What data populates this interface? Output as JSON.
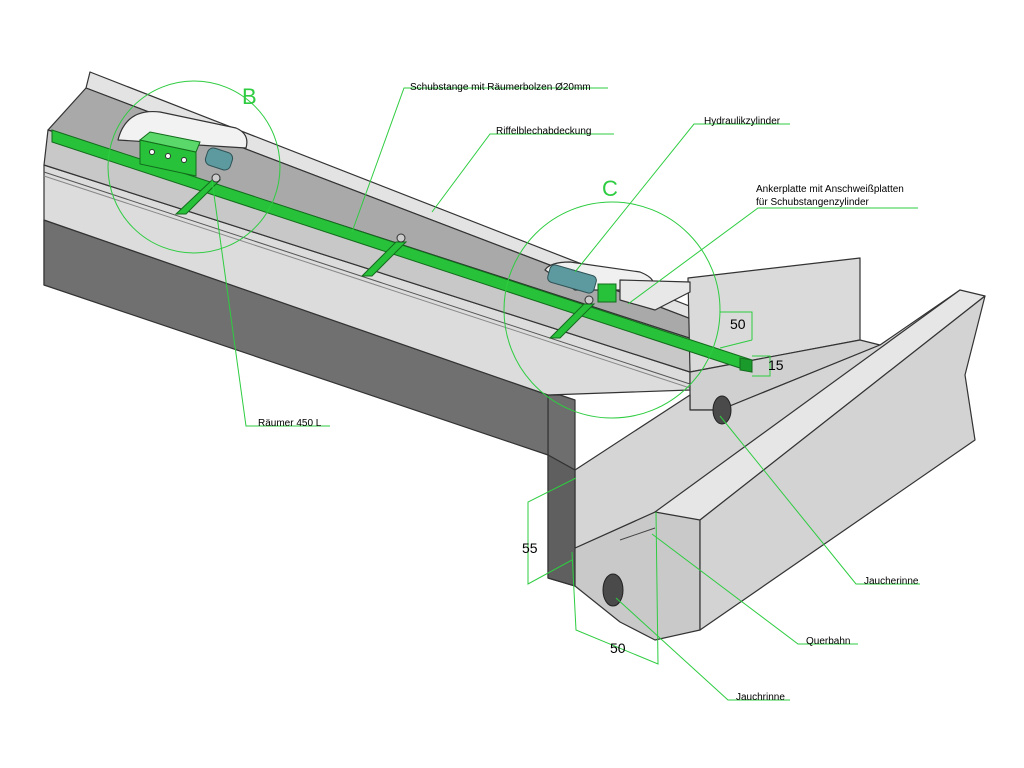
{
  "labels": {
    "schubstange": "Schubstange mit Räumerbolzen Ø20mm",
    "riffelblech": "Riffelblechabdeckung",
    "hydraulik": "Hydraulikzylinder",
    "ankerplatte_1": "Ankerplatte mit Anschweißplatten",
    "ankerplatte_2": "für Schubstangenzylinder",
    "raeumer": "Räumer 450 L",
    "jaucherinne": "Jaucherinne",
    "querbahn": "Querbahn",
    "jauchrinne": "Jauchrinne"
  },
  "details": {
    "b": "B",
    "c": "C"
  },
  "dimensions": {
    "d50_top": "50",
    "d15": "15",
    "d55": "55",
    "d50_bottom": "50"
  },
  "colors": {
    "concrete_top": "#d9d9d9",
    "concrete_side": "#6b6b6b",
    "concrete_wall": "#bdbdbd",
    "green_part": "#27c23a",
    "cylinder": "#5d9aa0",
    "leader": "#2ecc40"
  }
}
